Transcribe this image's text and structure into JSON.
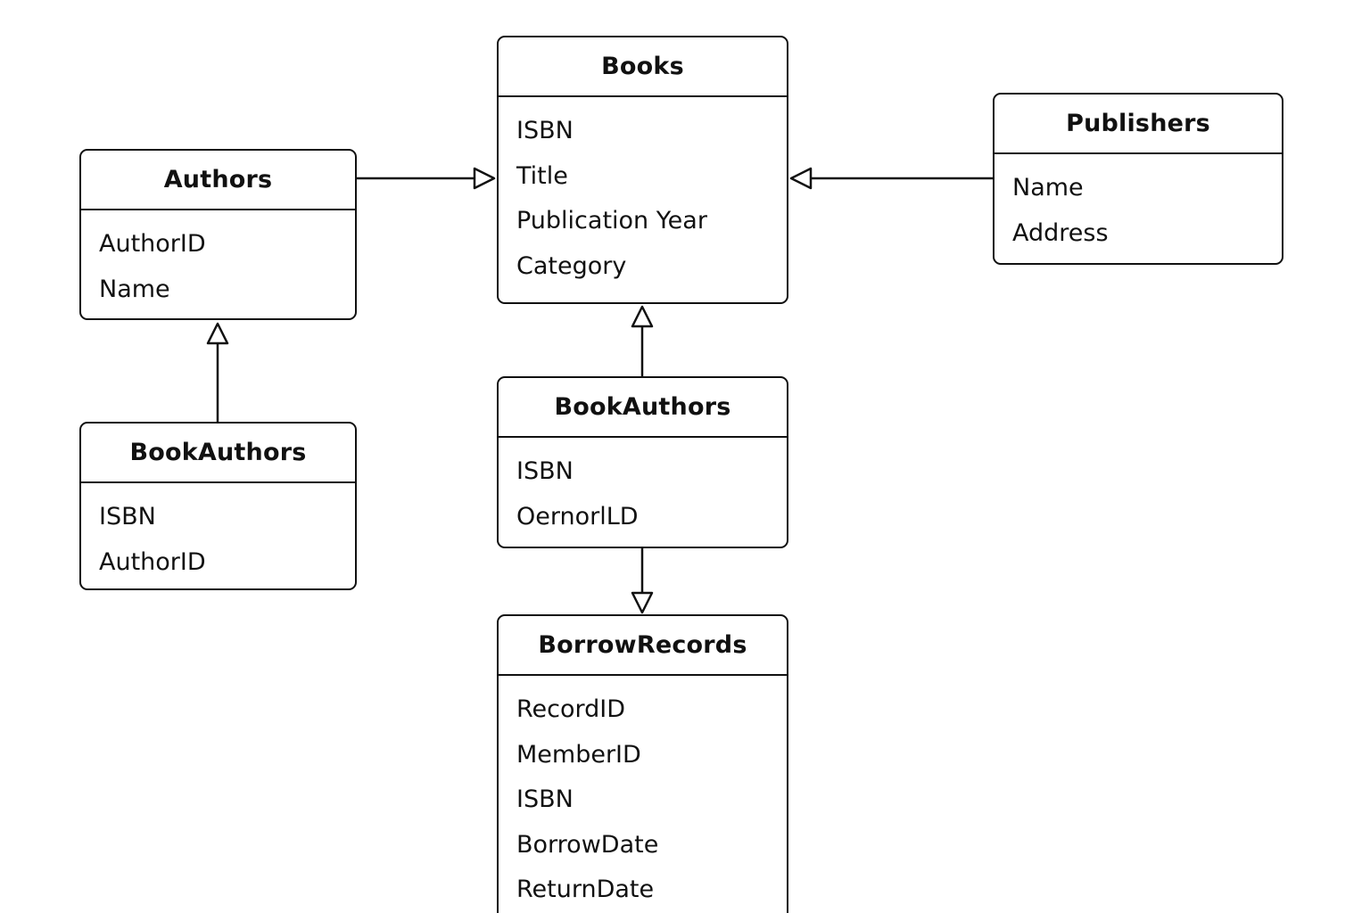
{
  "entities": {
    "authors": {
      "name": "Authors",
      "attributes": [
        "AuthorID",
        "Name"
      ]
    },
    "books": {
      "name": "Books",
      "attributes": [
        "ISBN",
        "Title",
        "Publication Year",
        "Category"
      ]
    },
    "publishers": {
      "name": "Publishers",
      "attributes": [
        "Name",
        "Address"
      ]
    },
    "bookauthors_left": {
      "name": "BookAuthors",
      "attributes": [
        "ISBN",
        "AuthorID"
      ]
    },
    "bookauthors_center": {
      "name": "BookAuthors",
      "attributes": [
        "ISBN",
        "OernorlLD"
      ]
    },
    "borrowrecords": {
      "name": "BorrowRecords",
      "attributes": [
        "RecordID",
        "MemberID",
        "ISBN",
        "BorrowDate",
        "ReturnDate"
      ]
    }
  },
  "relationships": [
    {
      "from": "authors",
      "to": "books",
      "arrow": "hollow-triangle"
    },
    {
      "from": "publishers",
      "to": "books",
      "arrow": "hollow-triangle"
    },
    {
      "from": "bookauthors_left",
      "to": "authors",
      "arrow": "hollow-triangle"
    },
    {
      "from": "bookauthors_center",
      "to": "books",
      "arrow": "hollow-triangle"
    },
    {
      "from": "bookauthors_center",
      "to": "borrowrecords",
      "arrow": "hollow-triangle"
    }
  ],
  "colors": {
    "stroke": "#111111",
    "background": "#ffffff"
  }
}
